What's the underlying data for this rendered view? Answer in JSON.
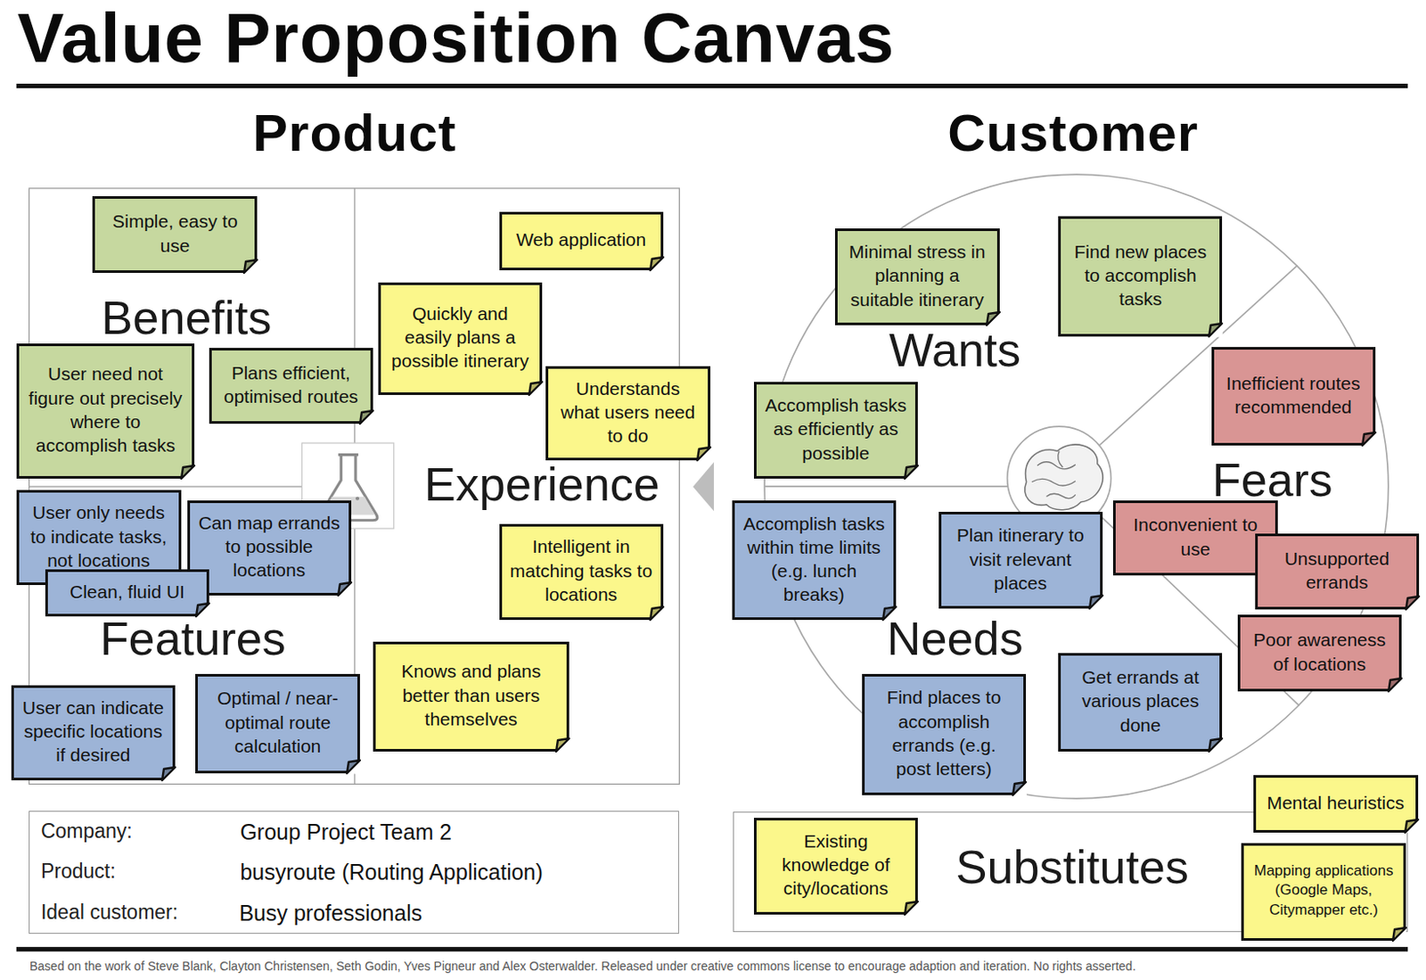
{
  "diagram": {
    "title": "Value Proposition Canvas",
    "caption": "Based on the work of Steve Blank, Clayton Christensen, Seth Godin, Yves Pigneur and Alex Osterwalder. Released under creative commons license to encourage adaption and iteration. No rights asserted.",
    "nodes": [
      {
        "text": [
          "Benefits"
        ]
      },
      {
        "text": [
          "Simple, easy to use"
        ],
        "in": 0
      },
      {
        "text": [
          "User need not figure out precisely where to accomplish tasks"
        ],
        "in": 0
      },
      {
        "text": [
          "Plans efficient, optimised routes"
        ],
        "in": 0
      },
      {
        "text": [
          "Features"
        ]
      },
      {
        "text": [
          "User only needs to indicate tasks, not locations"
        ],
        "in": 4
      },
      {
        "text": [
          "Can map errands to possible locations"
        ],
        "in": 4
      },
      {
        "text": [
          "Clean, fluid UI"
        ],
        "in": 4
      },
      {
        "text": [
          "User can indicate specific locations if desired"
        ],
        "in": 4
      },
      {
        "text": [
          "Optimal / near-optimal route calculation"
        ],
        "in": 4
      },
      {
        "text": [
          "Experience"
        ]
      },
      {
        "text": [
          "Web application"
        ],
        "in": 10
      },
      {
        "text": [
          "Quickly and easily plans a possible itinerary"
        ],
        "in": 10
      },
      {
        "text": [
          "Understands what users need to do"
        ],
        "in": 10
      },
      {
        "text": [
          "Intelligent in matching tasks to locations"
        ],
        "in": 10
      },
      {
        "text": [
          "Knows and plans better than users themselves"
        ],
        "in": 10
      },
      {
        "text": [
          "Wants",
          "Fears",
          "Needs"
        ]
      },
      {
        "text": [
          "Minimal stress in planning a suitable itinerary"
        ],
        "in": 16
      },
      {
        "text": [
          "Find new places to accomplish tasks"
        ],
        "in": 16
      },
      {
        "text": [
          "Accomplish tasks as efficiently as possible"
        ],
        "in": 16
      },
      {
        "text": [
          "Inefficient routes recommended"
        ],
        "in": 16
      },
      {
        "text": [
          "Inconvenient to use"
        ],
        "in": 16
      },
      {
        "text": [
          "Unsupported errands"
        ],
        "in": 16
      },
      {
        "text": [
          "Poor awareness of locations"
        ],
        "in": 16
      },
      {
        "text": [
          "Accomplish tasks within time limits (e.g. lunch breaks)"
        ],
        "in": 16
      },
      {
        "text": [
          "Plan itinerary to visit relevant places"
        ],
        "in": 16
      },
      {
        "text": [
          "Find places to accomplish errands (e.g. post letters)"
        ],
        "in": 16
      },
      {
        "text": [
          "Get errands at various places done"
        ],
        "in": 16
      },
      {
        "text": [
          "Substitutes"
        ]
      },
      {
        "text": [
          "Existing knowledge of city/locations"
        ],
        "in": 28
      },
      {
        "text": [
          "Mental heuristics"
        ],
        "in": 28
      },
      {
        "text": [
          "Mapping applications (Google Maps, Citymapper etc.)"
        ],
        "in": 28
      },
      {
        "text": [
          "Company:",
          "Group Project Team 2",
          "Product:",
          "busyroute (Routing Application)",
          "Ideal customer:",
          "Busy professionals"
        ]
      }
    ],
    "labels": [
      "Product",
      "Customer"
    ]
  }
}
